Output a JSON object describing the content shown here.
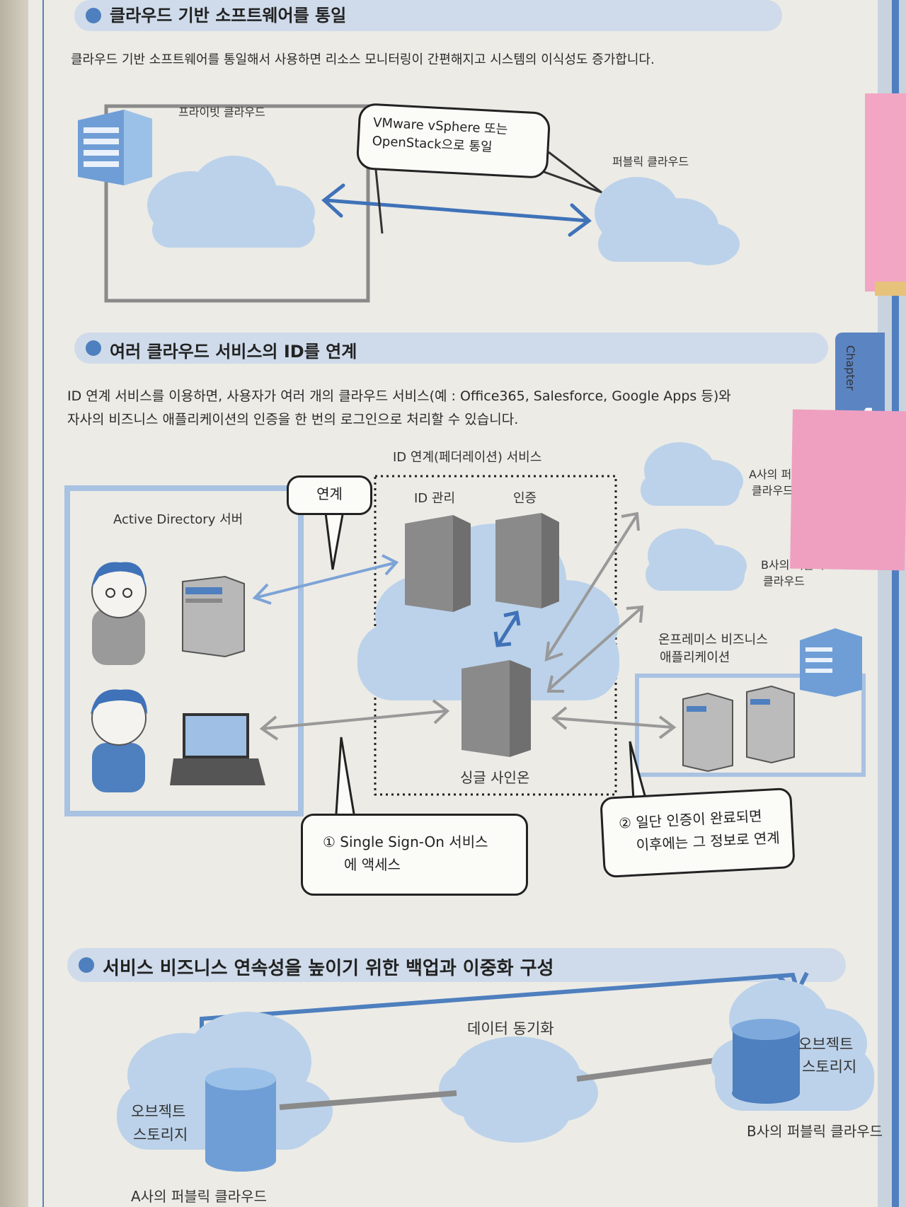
{
  "section1": {
    "title": "클라우드 기반 소프트웨어를 통일",
    "text": "클라우드 기반 소프트웨어를 통일해서 사용하면 리소스 모니터링이 간편해지고 시스템의 이식성도 증가합니다.",
    "private_cloud": "프라이빗 클라우드",
    "public_cloud": "퍼블릭 클라우드",
    "bubble_line1": "VMware vSphere 또는",
    "bubble_line2": "OpenStack으로 통일"
  },
  "section2": {
    "title": "여러 클라우드 서비스의 ID를 연계",
    "text_line1": "ID 연계 서비스를 이용하면, 사용자가 여러 개의 클라우드 서비스(예 : Office365, Salesforce, Google Apps 등)와",
    "text_line2": "자사의 비즈니스 애플리케이션의 인증을 한 번의 로그인으로 처리할 수 있습니다.",
    "federation_label": "ID 연계(페더레이션) 서비스",
    "link_bubble": "연계",
    "ad_server": "Active Directory 서버",
    "id_mgmt": "ID 관리",
    "auth": "인증",
    "sso": "싱글 사인온",
    "a_cloud_line1": "A사의 퍼블릭",
    "a_cloud_line2": "클라우드",
    "b_cloud_line1": "B사의 퍼블릭",
    "b_cloud_line2": "클라우드",
    "onprem_line1": "온프레미스 비즈니스",
    "onprem_line2": "애플리케이션",
    "callout1_line1": "① Single Sign-On 서비스",
    "callout1_line2": "에 액세스",
    "callout2_line1": "② 일단 인증이 완료되면",
    "callout2_line2": "이후에는 그 정보로 연계"
  },
  "section3": {
    "title": "서비스 비즈니스 연속성을 높이기 위한 백업과 이중화 구성",
    "data_sync": "데이터 동기화",
    "object_storage_a_line1": "오브젝트",
    "object_storage_a_line2": "스토리지",
    "object_storage_b_line1": "오브젝트",
    "object_storage_b_line2": "스토리지",
    "a_public_cloud": "A사의 퍼블릭 클라우드",
    "b_public_cloud": "B사의 퍼블릭 클라우드"
  },
  "chapter": {
    "label": "Chapter",
    "number": "4"
  },
  "colors": {
    "accent": "#4e7fbe",
    "cloud": "#bcd2ea",
    "section_bar": "#cfdbea",
    "server": "#8a8a8a"
  }
}
